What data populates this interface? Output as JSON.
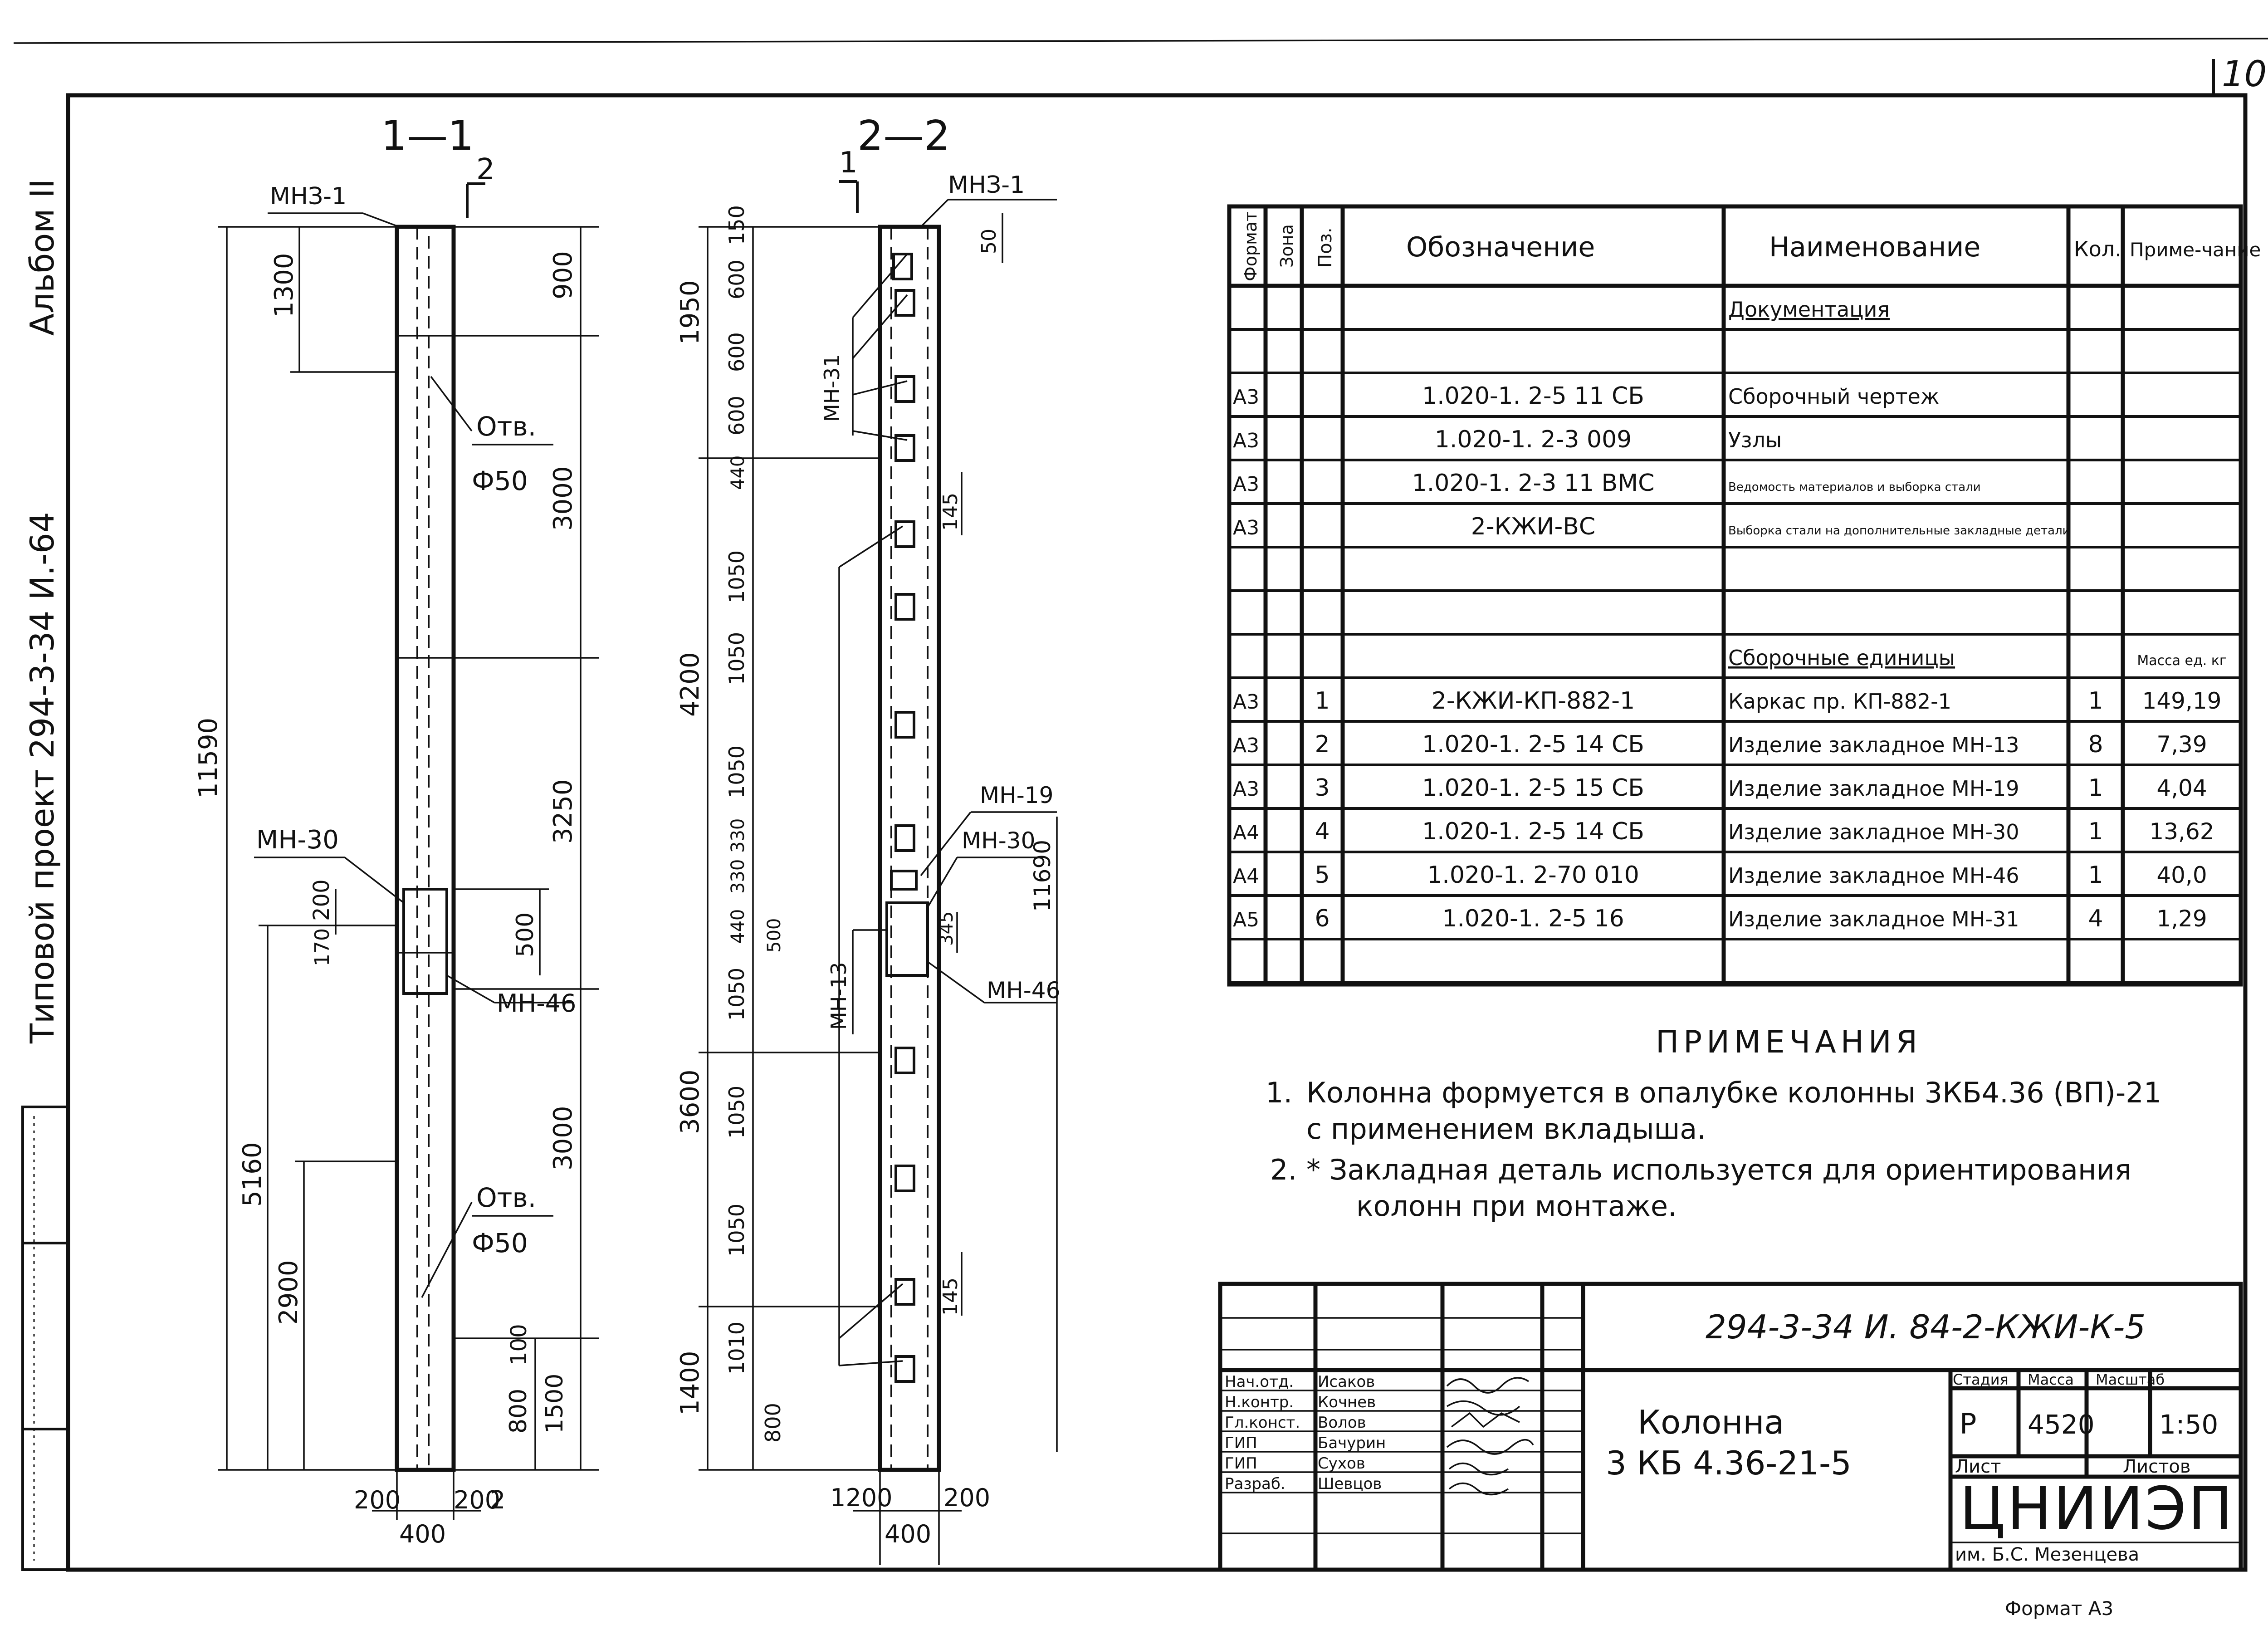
{
  "sheet_number": "10",
  "left_margin": {
    "album": "Альбом II",
    "project": "Типовой проект 294-3-34 И.-64"
  },
  "views": {
    "section_1": {
      "title": "1—1",
      "cut_label": "2",
      "labels": [
        "МНЗ-1",
        "МН-30",
        "МН-46"
      ],
      "holes": [
        {
          "label": "Отв.",
          "dia": "Ф50"
        },
        {
          "label": "Отв.",
          "dia": "Ф50"
        }
      ],
      "dims_left": [
        "1300",
        "11590",
        "5160",
        "2900",
        "200",
        "170"
      ],
      "dims_right": [
        "900",
        "3000",
        "3250",
        "500",
        "3000",
        "800",
        "1500",
        "100"
      ],
      "dims_bottom": [
        "200",
        "400",
        "200",
        "2"
      ]
    },
    "section_2": {
      "title": "2—2",
      "cut_label": "1",
      "labels": [
        "МНЗ-1",
        "МН-31",
        "МН-19",
        "МН-30",
        "МН-13",
        "МН-46"
      ],
      "dims_left": [
        "1950",
        "4200",
        "3600",
        "1400"
      ],
      "dims_inner": [
        "150",
        "600",
        "600",
        "600",
        "440",
        "1050",
        "1050",
        "1050",
        "330",
        "330",
        "440",
        "1050",
        "1050",
        "1050",
        "1010",
        "800",
        "500"
      ],
      "dims_right": [
        "50",
        "145",
        "11690",
        "345",
        "145"
      ],
      "dims_bottom": [
        "1200",
        "400",
        "200"
      ]
    }
  },
  "spec_table": {
    "headers": [
      "Формат",
      "Зона",
      "Поз.",
      "Обозначение",
      "Наименование",
      "Кол.",
      "Приме-чание"
    ],
    "rows": [
      {
        "fmt": "",
        "zone": "",
        "pos": "",
        "oboz": "",
        "naim": "Документация",
        "kol": "",
        "prim": "",
        "naim_underline": true
      },
      {
        "fmt": "",
        "zone": "",
        "pos": "",
        "oboz": "",
        "naim": "",
        "kol": "",
        "prim": ""
      },
      {
        "fmt": "А3",
        "zone": "",
        "pos": "",
        "oboz": "1.020-1. 2-5 11 СБ",
        "naim": "Сборочный чертеж",
        "kol": "",
        "prim": ""
      },
      {
        "fmt": "А3",
        "zone": "",
        "pos": "",
        "oboz": "1.020-1. 2-3 009",
        "naim": "Узлы",
        "kol": "",
        "prim": ""
      },
      {
        "fmt": "А3",
        "zone": "",
        "pos": "",
        "oboz": "1.020-1. 2-3 11 ВМС",
        "naim": "Ведомость материалов и выборка стали",
        "kol": "",
        "prim": ""
      },
      {
        "fmt": "А3",
        "zone": "",
        "pos": "",
        "oboz": "2-КЖИ-ВС",
        "naim": "Выборка стали на дополнительные закладные детали",
        "kol": "",
        "prim": ""
      },
      {
        "fmt": "",
        "zone": "",
        "pos": "",
        "oboz": "",
        "naim": "",
        "kol": "",
        "prim": ""
      },
      {
        "fmt": "",
        "zone": "",
        "pos": "",
        "oboz": "",
        "naim": "",
        "kol": "",
        "prim": ""
      },
      {
        "fmt": "",
        "zone": "",
        "pos": "",
        "oboz": "",
        "naim": "Сборочные единицы",
        "kol": "",
        "prim": "Масса ед. кг",
        "naim_underline": true
      },
      {
        "fmt": "А3",
        "zone": "",
        "pos": "1",
        "oboz": "2-КЖИ-КП-882-1",
        "naim": "Каркас пр. КП-882-1",
        "kol": "1",
        "prim": "149,19"
      },
      {
        "fmt": "А3",
        "zone": "",
        "pos": "2",
        "oboz": "1.020-1. 2-5 14 СБ",
        "naim": "Изделие закладное МН-13",
        "kol": "8",
        "prim": "7,39"
      },
      {
        "fmt": "А3",
        "zone": "",
        "pos": "3",
        "oboz": "1.020-1. 2-5 15 СБ",
        "naim": "Изделие закладное МН-19",
        "kol": "1",
        "prim": "4,04"
      },
      {
        "fmt": "А4",
        "zone": "",
        "pos": "4",
        "oboz": "1.020-1. 2-5 14 СБ",
        "naim": "Изделие закладное МН-30",
        "kol": "1",
        "prim": "13,62"
      },
      {
        "fmt": "А4",
        "zone": "",
        "pos": "5",
        "oboz": "1.020-1. 2-70 010",
        "naim": "Изделие закладное МН-46",
        "kol": "1",
        "prim": "40,0"
      },
      {
        "fmt": "А5",
        "zone": "",
        "pos": "6",
        "oboz": "1.020-1. 2-5 16",
        "naim": "Изделие закладное МН-31",
        "kol": "4",
        "prim": "1,29"
      },
      {
        "fmt": "",
        "zone": "",
        "pos": "",
        "oboz": "",
        "naim": "",
        "kol": "",
        "prim": ""
      }
    ]
  },
  "notes": {
    "title": "ПРИМЕЧАНИЯ",
    "items": [
      {
        "num": "1.",
        "lines": [
          "Колонна формуется в опалубке колонны 3КБ4.36 (ВП)-21",
          "с применением вкладыша."
        ]
      },
      {
        "num": "2.",
        "lines": [
          "* Закладная деталь используется для ориентирования",
          "колонн при монтаже."
        ]
      }
    ]
  },
  "title_block": {
    "code": "294-3-34 И. 84-2-КЖИ-К-5",
    "name_line1": "Колонна",
    "name_line2": "3 КБ 4.36-21-5",
    "stage_label": "Стадия",
    "mass_label": "Масса",
    "scale_label": "Масштаб",
    "stage": "Р",
    "mass": "4520",
    "scale": "1:50",
    "sheet_label": "Лист",
    "sheets_label": "Листов",
    "org": "ЦНИИЭП",
    "org_sub": "им. Б.С. Мезенцева",
    "format": "Формат А3",
    "staff": [
      {
        "role": "Нач.отд.",
        "name": "Исаков"
      },
      {
        "role": "Н.контр.",
        "name": "Кочнев"
      },
      {
        "role": "Гл.конст.",
        "name": "Волов"
      },
      {
        "role": "ГИП",
        "name": "Бачурин"
      },
      {
        "role": "ГИП",
        "name": "Сухов"
      },
      {
        "role": "Разраб.",
        "name": "Шевцов"
      }
    ]
  }
}
